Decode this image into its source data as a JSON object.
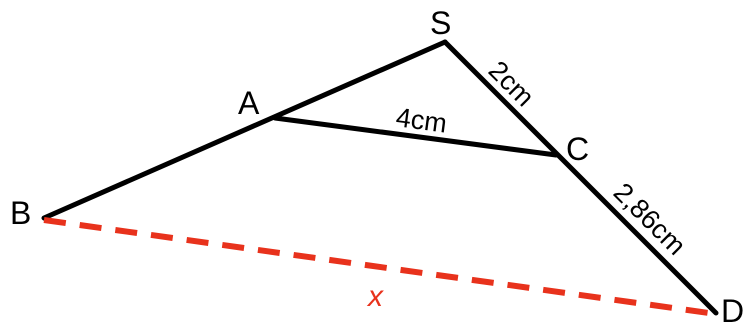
{
  "points": {
    "S": "S",
    "A": "A",
    "B": "B",
    "C": "C",
    "D": "D"
  },
  "lengths": {
    "AC": "4cm",
    "SC": "2cm",
    "CD": "2,86cm",
    "BD": "x"
  },
  "colors": {
    "line": "#000000",
    "unknown": "#e8321c"
  }
}
